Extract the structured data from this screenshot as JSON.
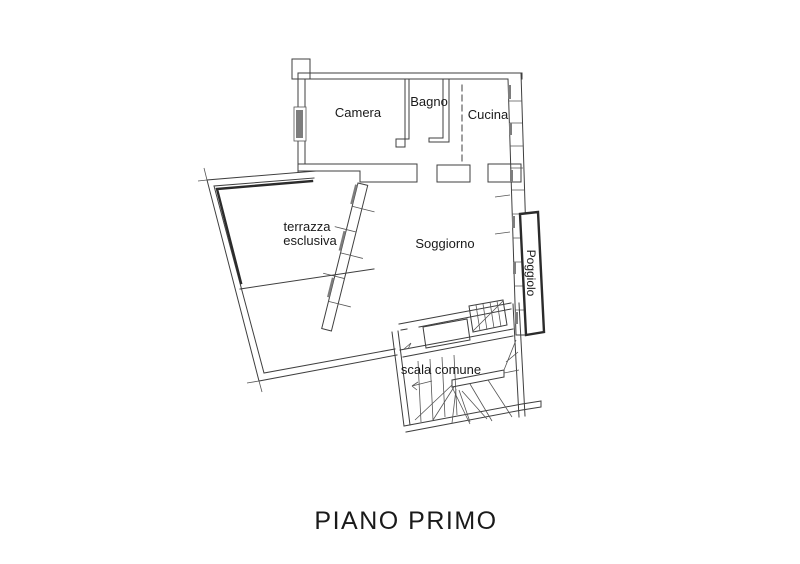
{
  "drawing_title": "PIANO PRIMO",
  "rooms": {
    "camera": {
      "label": "Camera"
    },
    "bagno": {
      "label": "Bagno"
    },
    "cucina": {
      "label": "Cucina"
    },
    "terrazza": {
      "label_line1": "terrazza",
      "label_line2": "esclusiva"
    },
    "soggiorno": {
      "label": "Soggiorno"
    },
    "scala_comune": {
      "label": "scala comune"
    },
    "poggiolo": {
      "label": "Poggiolo"
    }
  },
  "colors": {
    "background": "#ffffff",
    "wall_line": "#3f3f3f",
    "heavy_line": "#2b2b2b",
    "shade_gray": "#7d7d7d",
    "text": "#1a1a1a"
  }
}
